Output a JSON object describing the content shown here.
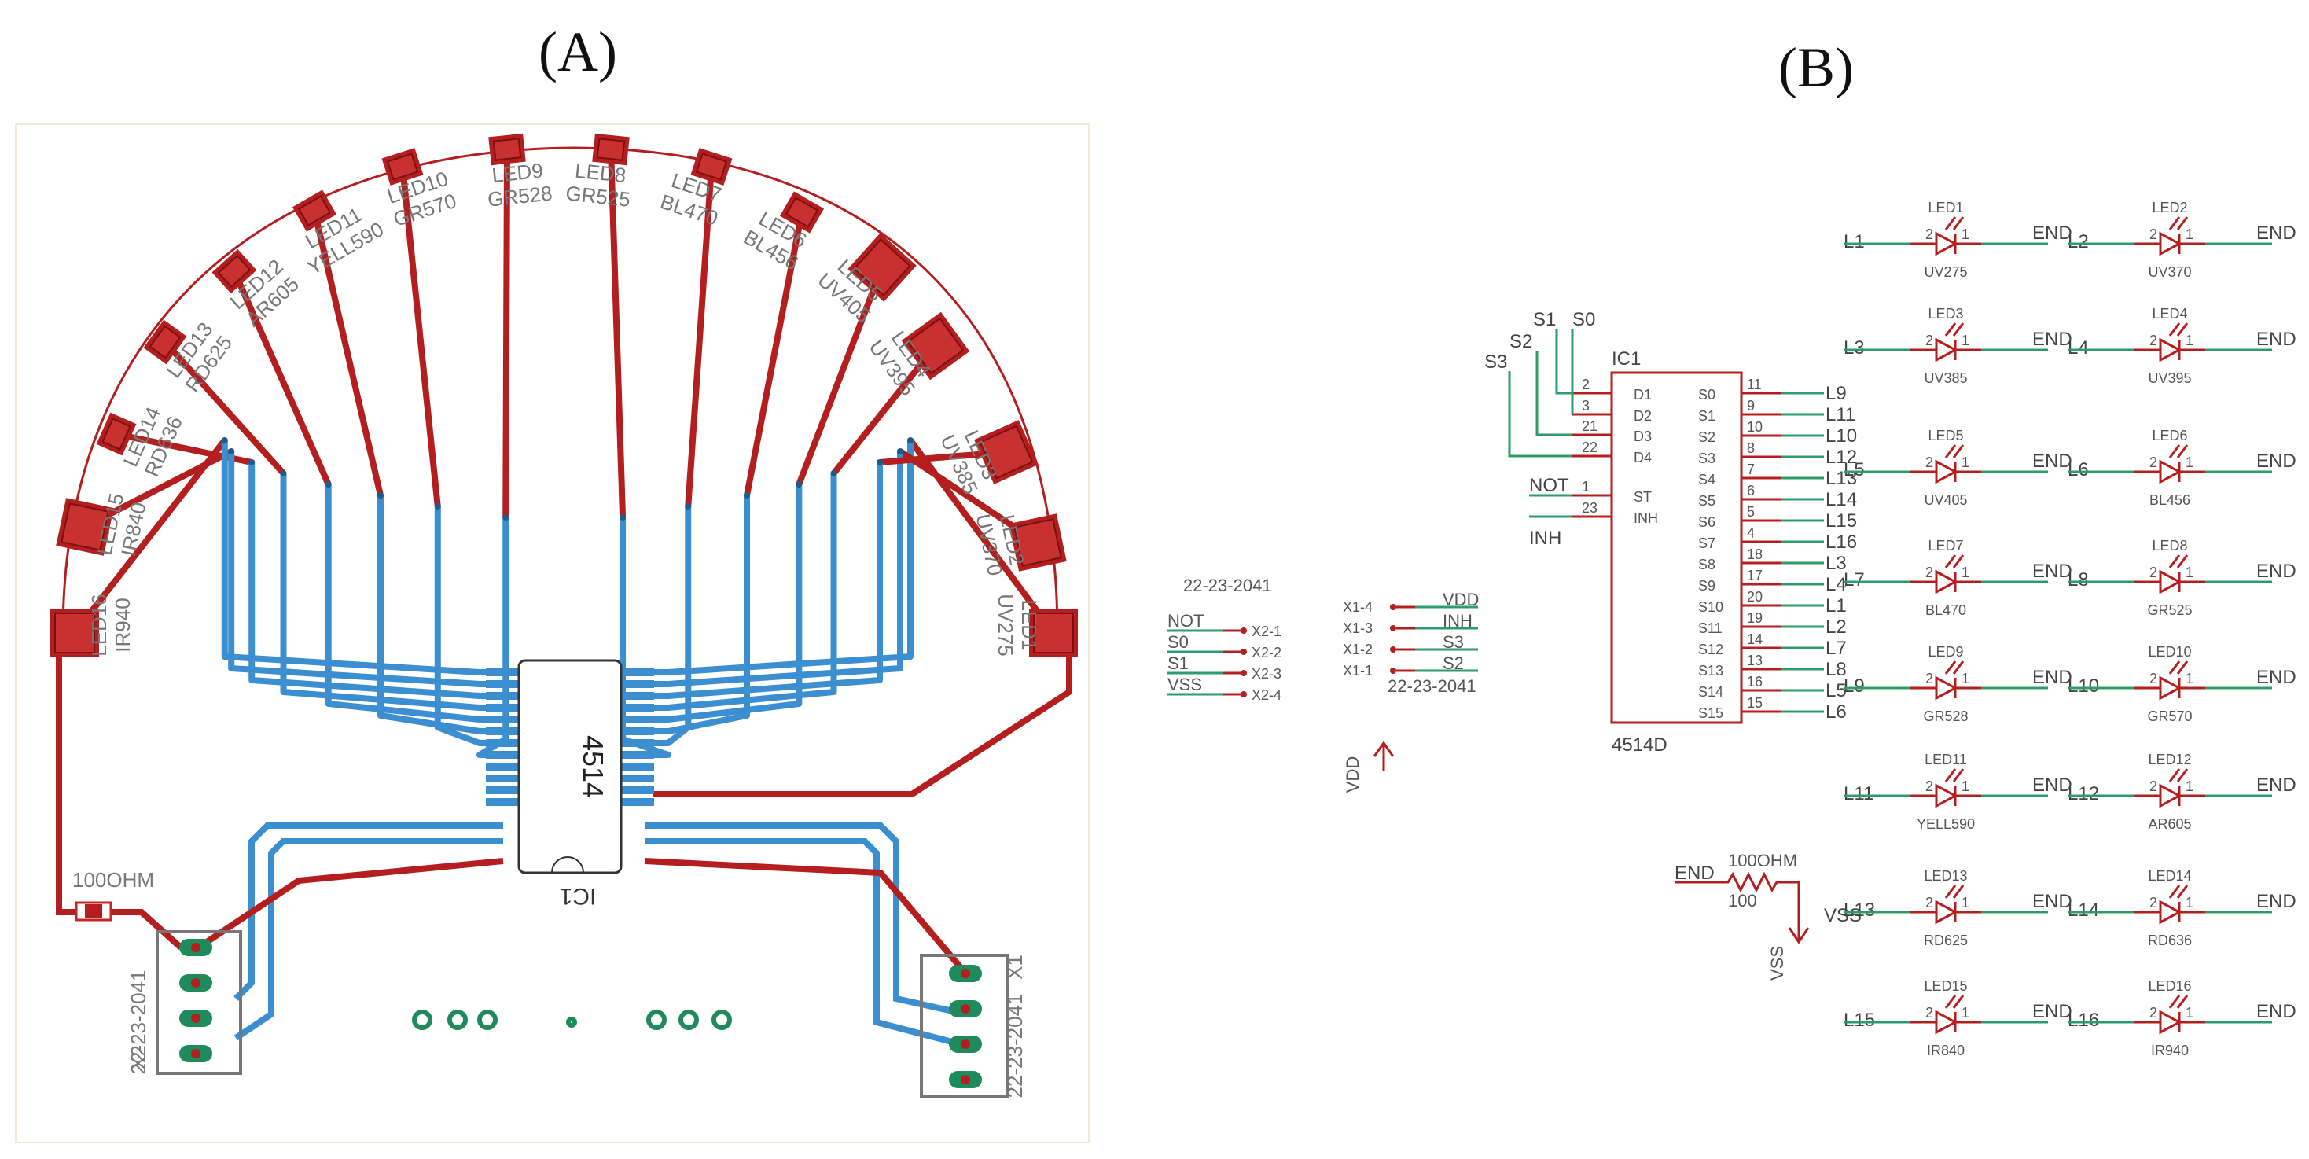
{
  "panels": {
    "a_label": "(A)",
    "b_label": "(B)"
  },
  "pcb": {
    "ic_label": "IC1",
    "chip_text": "4514",
    "resistor_label": "100OHM",
    "left_connector": {
      "part": "22-23-2041",
      "ref": "X2"
    },
    "right_connector": {
      "part": "22-23-2041",
      "ref": "X1"
    },
    "led_pads": [
      {
        "ref": "LED1",
        "type": "UV275"
      },
      {
        "ref": "LED2",
        "type": "UV370"
      },
      {
        "ref": "LED3",
        "type": "UV385"
      },
      {
        "ref": "LED4",
        "type": "UV395"
      },
      {
        "ref": "LED5",
        "type": "UV405"
      },
      {
        "ref": "LED6",
        "type": "BL456"
      },
      {
        "ref": "LED7",
        "type": "BL470"
      },
      {
        "ref": "LED8",
        "type": "GR525"
      },
      {
        "ref": "LED9",
        "type": "GR528"
      },
      {
        "ref": "LED10",
        "type": "GR570"
      },
      {
        "ref": "LED11",
        "type": "YELL590"
      },
      {
        "ref": "LED12",
        "type": "AR605"
      },
      {
        "ref": "LED13",
        "type": "RD625"
      },
      {
        "ref": "LED14",
        "type": "RD636"
      },
      {
        "ref": "LED15",
        "type": "IR840"
      },
      {
        "ref": "LED16",
        "type": "IR940"
      }
    ]
  },
  "schematic": {
    "x2_connector": {
      "part": "22-23-2041",
      "pins": [
        {
          "signal": "NOT",
          "pin": "X2-1"
        },
        {
          "signal": "S0",
          "pin": "X2-2"
        },
        {
          "signal": "S1",
          "pin": "X2-3"
        },
        {
          "signal": "VSS",
          "pin": "X2-4"
        }
      ]
    },
    "x1_connector": {
      "part": "22-23-2041",
      "pins": [
        {
          "pin": "X1-4",
          "signal": "VDD"
        },
        {
          "pin": "X1-3",
          "signal": "INH"
        },
        {
          "pin": "X1-2",
          "signal": "S3"
        },
        {
          "pin": "X1-1",
          "signal": "S2"
        }
      ]
    },
    "vdd_label": "VDD",
    "ic": {
      "ref": "IC1",
      "part": "4514D",
      "inputs": [
        {
          "net": "S1",
          "pin": "2",
          "name": "D1"
        },
        {
          "net": "S0",
          "pin": "3",
          "name": "D2"
        },
        {
          "net": "S2",
          "pin": "21",
          "name": "D3"
        },
        {
          "net": "S3",
          "pin": "22",
          "name": "D4"
        },
        {
          "net": "NOT",
          "pin": "1",
          "name": "ST"
        },
        {
          "net": "INH",
          "pin": "23",
          "name": "INH"
        }
      ],
      "outputs": [
        {
          "name": "S0",
          "pin": "11",
          "net": "L9"
        },
        {
          "name": "S1",
          "pin": "9",
          "net": "L11"
        },
        {
          "name": "S2",
          "pin": "10",
          "net": "L10"
        },
        {
          "name": "S3",
          "pin": "8",
          "net": "L12"
        },
        {
          "name": "S4",
          "pin": "7",
          "net": "L13"
        },
        {
          "name": "S5",
          "pin": "6",
          "net": "L14"
        },
        {
          "name": "S6",
          "pin": "5",
          "net": "L15"
        },
        {
          "name": "S7",
          "pin": "4",
          "net": "L16"
        },
        {
          "name": "S8",
          "pin": "18",
          "net": "L3"
        },
        {
          "name": "S9",
          "pin": "17",
          "net": "L4"
        },
        {
          "name": "S10",
          "pin": "20",
          "net": "L1"
        },
        {
          "name": "S11",
          "pin": "19",
          "net": "L2"
        },
        {
          "name": "S12",
          "pin": "14",
          "net": "L7"
        },
        {
          "name": "S13",
          "pin": "13",
          "net": "L8"
        },
        {
          "name": "S14",
          "pin": "16",
          "net": "L5"
        },
        {
          "name": "S15",
          "pin": "15",
          "net": "L6"
        }
      ]
    },
    "resistor": {
      "net": "END",
      "name": "100OHM",
      "value": "100",
      "supply": "VSS",
      "supply_vertical": "VSS"
    },
    "leds": [
      {
        "ref": "LED1",
        "type": "UV275",
        "line": "L1",
        "end": "END"
      },
      {
        "ref": "LED2",
        "type": "UV370",
        "line": "L2",
        "end": "END"
      },
      {
        "ref": "LED3",
        "type": "UV385",
        "line": "L3",
        "end": "END"
      },
      {
        "ref": "LED4",
        "type": "UV395",
        "line": "L4",
        "end": "END"
      },
      {
        "ref": "LED5",
        "type": "UV405",
        "line": "L5",
        "end": "END"
      },
      {
        "ref": "LED6",
        "type": "BL456",
        "line": "L6",
        "end": "END"
      },
      {
        "ref": "LED7",
        "type": "BL470",
        "line": "L7",
        "end": "END"
      },
      {
        "ref": "LED8",
        "type": "GR525",
        "line": "L8",
        "end": "END"
      },
      {
        "ref": "LED9",
        "type": "GR528",
        "line": "L9",
        "end": "END"
      },
      {
        "ref": "LED10",
        "type": "GR570",
        "line": "L10",
        "end": "END"
      },
      {
        "ref": "LED11",
        "type": "YELL590",
        "line": "L11",
        "end": "END"
      },
      {
        "ref": "LED12",
        "type": "AR605",
        "line": "L12",
        "end": "END"
      },
      {
        "ref": "LED13",
        "type": "RD625",
        "line": "L13",
        "end": "END"
      },
      {
        "ref": "LED14",
        "type": "RD636",
        "line": "L14",
        "end": "END"
      },
      {
        "ref": "LED15",
        "type": "IR840",
        "line": "L15",
        "end": "END"
      },
      {
        "ref": "LED16",
        "type": "IR940",
        "line": "L16",
        "end": "END"
      }
    ]
  }
}
